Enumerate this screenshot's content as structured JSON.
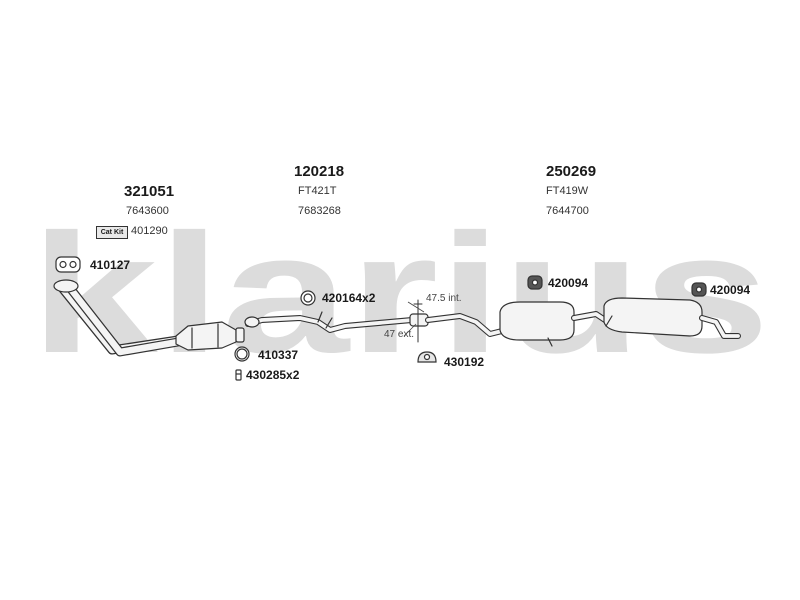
{
  "brand": {
    "watermark": "klarius",
    "color": "#dcdcdc"
  },
  "assemblies": [
    {
      "part_number": "321051",
      "ref_lines": [
        "7643600"
      ]
    },
    {
      "part_number": "120218",
      "ref_lines": [
        "FT421T",
        "7683268"
      ]
    },
    {
      "part_number": "250269",
      "ref_lines": [
        "FT419W",
        "7644700"
      ]
    }
  ],
  "cat_kit": {
    "badge": "Cat Kit",
    "part_number": "401290"
  },
  "accessories": [
    {
      "part_number": "410127",
      "icon": "flange-gasket-icon"
    },
    {
      "part_number": "420164x2",
      "icon": "rubber-ring-icon"
    },
    {
      "part_number": "410337",
      "icon": "sealing-ring-icon"
    },
    {
      "part_number": "430285x2",
      "icon": "bolt-icon"
    },
    {
      "part_number": "430192",
      "icon": "clamp-icon"
    },
    {
      "part_number": "420094",
      "icon": "rubber-mount-icon"
    },
    {
      "part_number": "420094",
      "icon": "rubber-mount-icon"
    }
  ],
  "dimensions": {
    "internal": "47.5 int.",
    "external": "47 ext."
  },
  "colors": {
    "line": "#333333",
    "pipe_fill": "#f4f4f4",
    "text": "#1a1a1a"
  }
}
